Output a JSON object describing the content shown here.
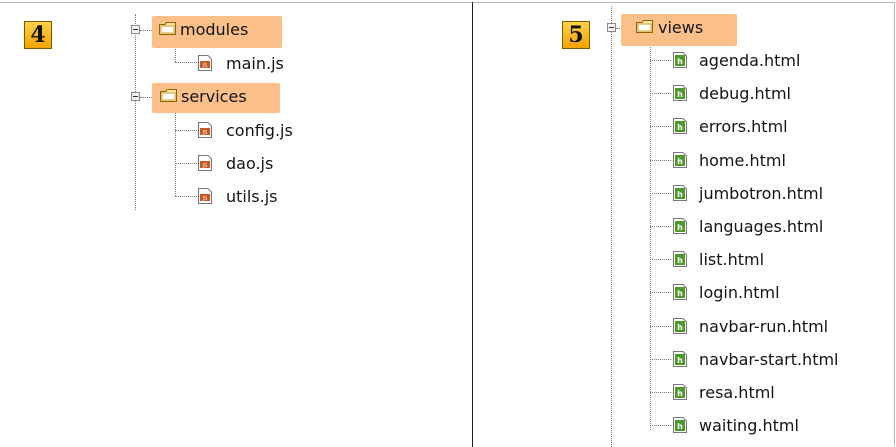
{
  "badges": {
    "left": "4",
    "right": "5"
  },
  "left_tree": {
    "folders": [
      {
        "label": "modules",
        "children": [
          "main.js"
        ]
      },
      {
        "label": "services",
        "children": [
          "config.js",
          "dao.js",
          "utils.js"
        ]
      }
    ]
  },
  "right_tree": {
    "folder": "views",
    "children": [
      "agenda.html",
      "debug.html",
      "errors.html",
      "home.html",
      "jumbotron.html",
      "languages.html",
      "list.html",
      "login.html",
      "navbar-run.html",
      "navbar-start.html",
      "resa.html",
      "waiting.html"
    ]
  },
  "colors": {
    "highlight": "#fbbf8a",
    "folder": "#e8b100",
    "js_icon": "#c9571f",
    "html_icon": "#4c9a2a",
    "badge": "#f2a300"
  },
  "icons": {
    "folder": "folder-icon",
    "js": "js-file-icon",
    "html": "html-file-icon"
  }
}
